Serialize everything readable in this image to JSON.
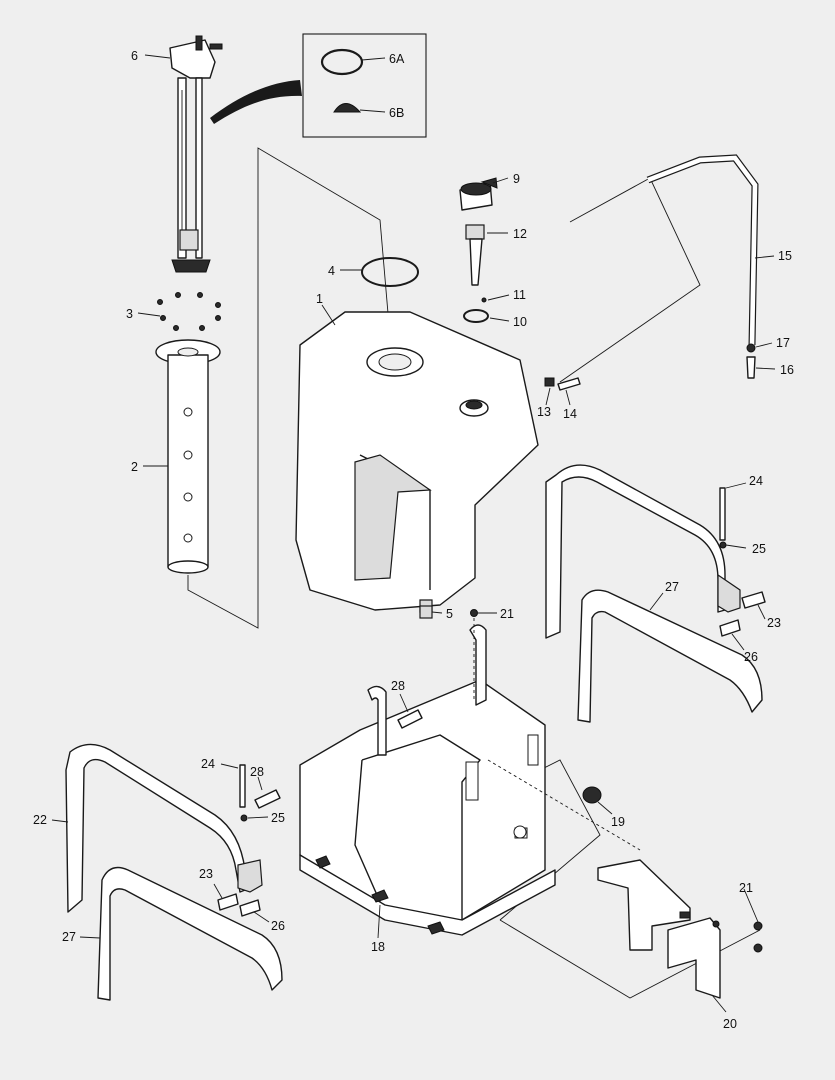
{
  "diagram": {
    "callouts": {
      "c1": "1",
      "c2": "2",
      "c3": "3",
      "c4": "4",
      "c5": "5",
      "c6": "6",
      "c6a": "6A",
      "c6b": "6B",
      "c9": "9",
      "c10": "10",
      "c11": "11",
      "c12": "12",
      "c13": "13",
      "c14": "14",
      "c15": "15",
      "c16": "16",
      "c17": "17",
      "c18": "18",
      "c19": "19",
      "c20": "20",
      "c21a": "21",
      "c21b": "21",
      "c22": "22",
      "c23a": "23",
      "c23b": "23",
      "c24a": "24",
      "c24b": "24",
      "c25a": "25",
      "c25b": "25",
      "c26a": "26",
      "c26b": "26",
      "c27a": "27",
      "c27b": "27",
      "c28a": "28",
      "c28b": "28"
    }
  }
}
